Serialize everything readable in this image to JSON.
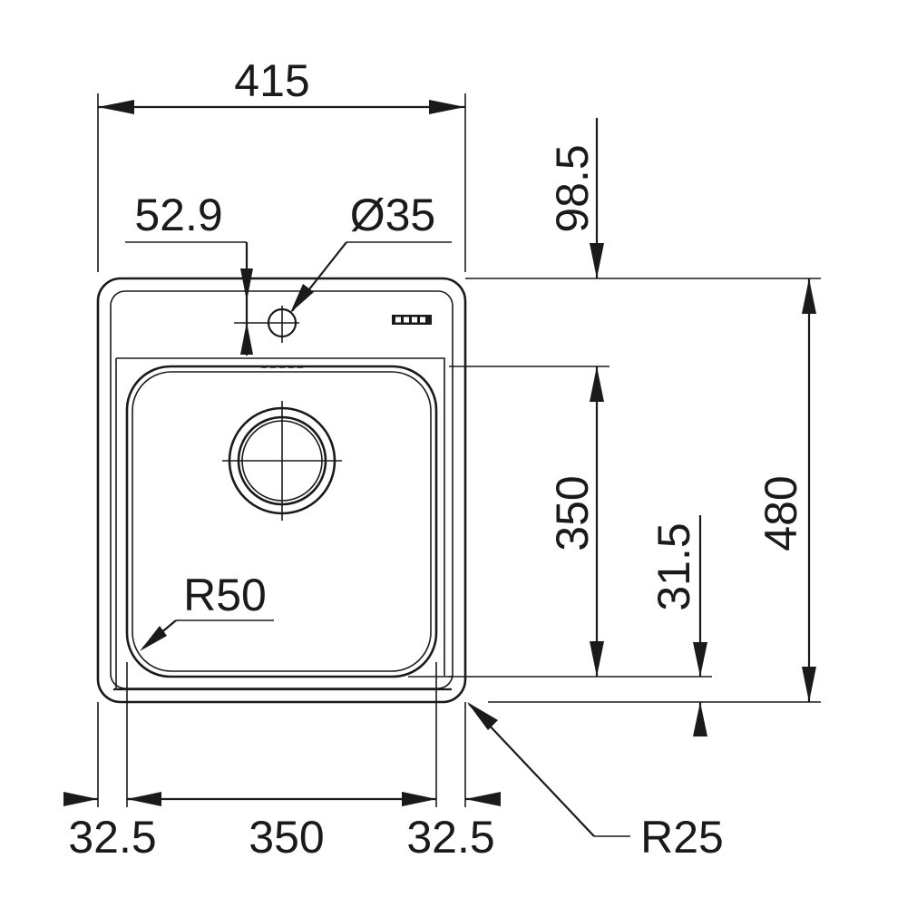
{
  "diagram": {
    "dimensions": {
      "overall_width": "415",
      "tap_hole_offset": "52.9",
      "tap_hole_diameter": "Ø35",
      "top_deck_depth": "98.5",
      "bowl_depth": "350",
      "overall_depth": "480",
      "bottom_rim": "31.5",
      "bowl_corner_radius": "R50",
      "outer_corner_radius": "R25",
      "left_rim": "32.5",
      "bowl_width": "350",
      "right_rim": "32.5"
    },
    "colors": {
      "line": "#1a1a1a",
      "background": "#ffffff"
    },
    "icons": {
      "brand_plate": "brand-plate-icon",
      "drain": "drain-icon",
      "tap_hole": "tap-hole-icon"
    }
  }
}
